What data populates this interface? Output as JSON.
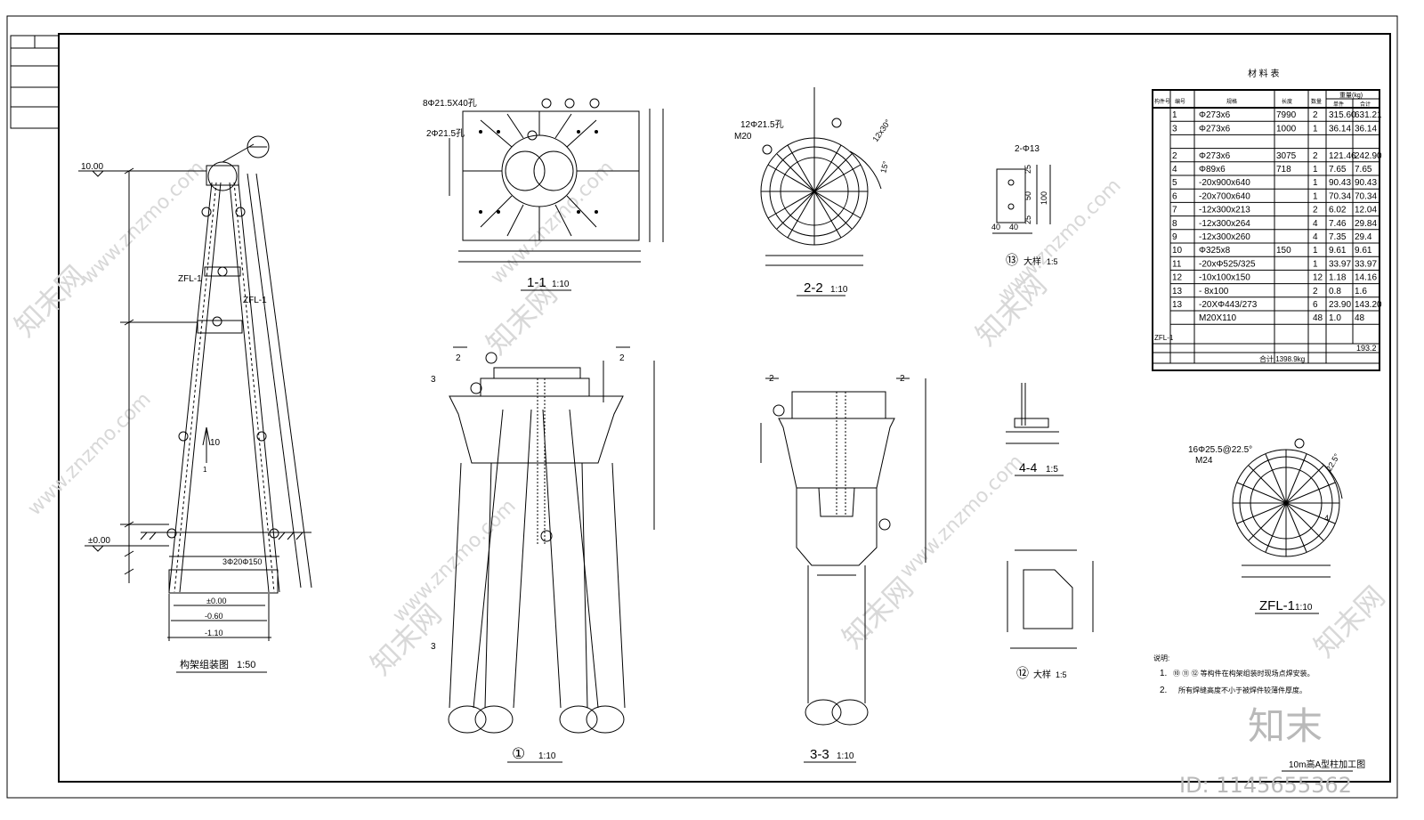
{
  "watermarks": [
    "www.znzmo.com",
    "知末网"
  ],
  "brand": {
    "logo_text": "知末",
    "id_text": "ID: 1145655362"
  },
  "sheet": {
    "title": "10m高A型柱加工图"
  },
  "elevation": {
    "title": "构架组装图",
    "scale": "1:50",
    "level_top": "10.00",
    "level_zero": "±0.00",
    "dim_0": "±0.00",
    "dim_1": "-0.60",
    "dim_2": "-1.10",
    "tag_1": "ZFL-1",
    "tag_2": "ZFL-1",
    "bolt_note": "3Φ20Φ150",
    "slope_label": "10",
    "slope_unit": "1"
  },
  "section_1_1": {
    "title": "1-1",
    "scale": "1:10",
    "note_1": "8Φ21.5X40孔",
    "note_2": "2Φ21.5孔"
  },
  "section_2_2": {
    "title": "2-2",
    "scale": "1:10",
    "note_1": "12Φ21.5孔",
    "note_2": "M20",
    "angle_1": "12x30°",
    "angle_2": "15°"
  },
  "detail_13": {
    "number": "⑬",
    "label": "大样",
    "scale": "1:5",
    "note": "2-Φ13",
    "dim_a": "25",
    "dim_b": "50",
    "dim_c": "25",
    "dim_total": "100",
    "dim_d": "40",
    "dim_e": "40"
  },
  "section_4_4": {
    "title": "4-4",
    "scale": "1:5"
  },
  "detail_12": {
    "number": "⑫",
    "label": "大样",
    "scale": "1:5"
  },
  "view_1": {
    "number": "①",
    "scale": "1:10",
    "cut_2": "2",
    "cut_3": "3"
  },
  "section_3_3": {
    "title": "3-3",
    "scale": "1:10",
    "cut_2": "2"
  },
  "flange": {
    "title": "ZFL-1",
    "scale": "1:10",
    "note_1": "16Φ25.5@22.5°",
    "note_2": "M24",
    "angle": "22.5°",
    "dim": "4"
  },
  "material_table": {
    "title": "材 料 表",
    "headers": [
      "构件号",
      "编号",
      "规格",
      "长度",
      "数量",
      "重量(kg)"
    ],
    "subheaders": [
      "单件",
      "合计"
    ],
    "rows": [
      [
        "1",
        "Φ273x6",
        "7990",
        "2",
        "315.60",
        "631.21"
      ],
      [
        "3",
        "Φ273x6",
        "1000",
        "1",
        "36.14",
        "36.14"
      ],
      [
        "",
        "",
        "",
        "",
        "",
        ""
      ],
      [
        "2",
        "Φ273x6",
        "3075",
        "2",
        "121.46",
        "242.90"
      ],
      [
        "4",
        "Φ89x6",
        "718",
        "1",
        "7.65",
        "7.65"
      ],
      [
        "5",
        "-20x900x640",
        "",
        "1",
        "90.43",
        "90.43"
      ],
      [
        "6",
        "-20x700x640",
        "",
        "1",
        "70.34",
        "70.34"
      ],
      [
        "7",
        "-12x300x213",
        "",
        "2",
        "6.02",
        "12.04"
      ],
      [
        "8",
        "-12x300x264",
        "",
        "4",
        "7.46",
        "29.84"
      ],
      [
        "9",
        "-12x300x260",
        "",
        "4",
        "7.35",
        "29.4"
      ],
      [
        "10",
        "Φ325x8",
        "150",
        "1",
        "9.61",
        "9.61"
      ],
      [
        "11",
        "-20xΦ525/325",
        "",
        "1",
        "33.97",
        "33.97"
      ],
      [
        "12",
        "-10x100x150",
        "",
        "12",
        "1.18",
        "14.16"
      ],
      [
        "13",
        "- 8x100",
        "",
        "2",
        "0.8",
        "1.6"
      ],
      [
        "13",
        "-20XΦ443/273",
        "",
        "6",
        "23.90",
        "143.20"
      ],
      [
        "",
        "M20X110",
        "",
        "48",
        "1.0",
        "48"
      ]
    ],
    "group_zfl": "ZFL-1",
    "subtotal": "193.2",
    "total": "合计:1398.9kg"
  },
  "notes": {
    "heading": "说明:",
    "n1_num": "1.",
    "n1": "⑩ ⑪ ⑫ 等构件在构架组装时现场点焊安装。",
    "n2_num": "2.",
    "n2": "所有焊缝高度不小于被焊件较薄件厚度。"
  }
}
